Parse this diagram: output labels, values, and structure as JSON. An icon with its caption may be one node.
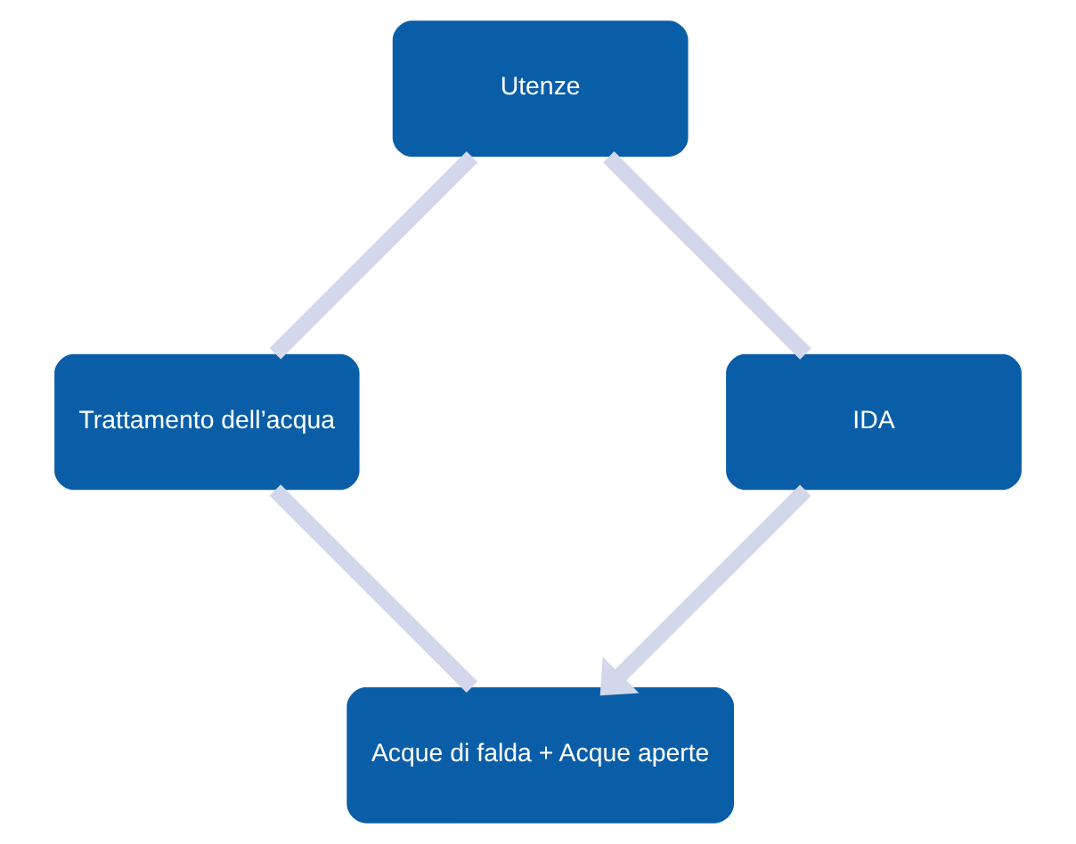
{
  "diagram": {
    "nodes": [
      {
        "text": [
          "Acque di falda + Acque aperte"
        ]
      },
      {
        "text": [
          "IDA"
        ]
      },
      {
        "text": [
          "Trattamento dell’acqua"
        ]
      },
      {
        "text": [
          "Utenze"
        ]
      }
    ],
    "edges": [
      {
        "from": 0,
        "to": 2,
        "arrow": "none"
      },
      {
        "from": 2,
        "to": 3,
        "arrow": "none"
      },
      {
        "from": 3,
        "to": 1,
        "arrow": "none"
      },
      {
        "from": 1,
        "to": 0,
        "arrow": "to"
      }
    ]
  }
}
